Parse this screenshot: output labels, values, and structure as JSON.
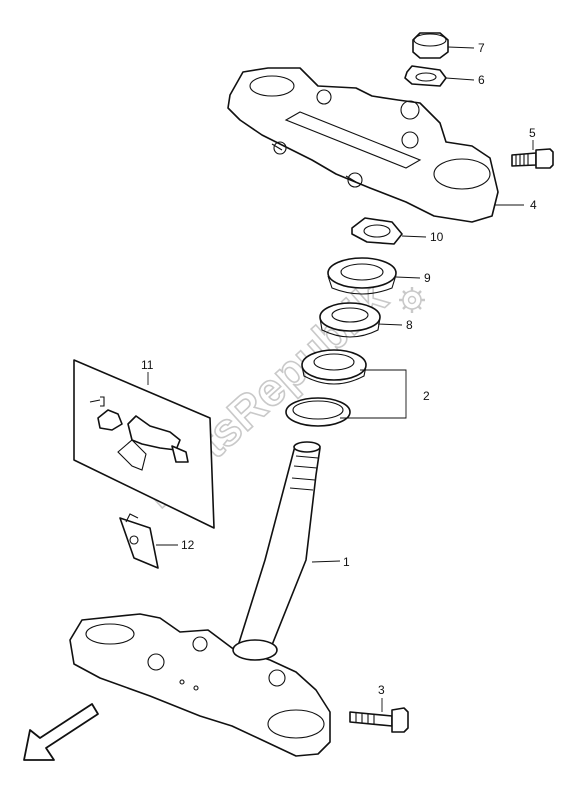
{
  "watermark": {
    "text": "PartsRepublik"
  },
  "callouts": {
    "c1": "1",
    "c2": "2",
    "c3": "3",
    "c4": "4",
    "c5": "5",
    "c6": "6",
    "c7": "7",
    "c8": "8",
    "c9": "9",
    "c10": "10",
    "c11": "11",
    "c12": "12"
  }
}
